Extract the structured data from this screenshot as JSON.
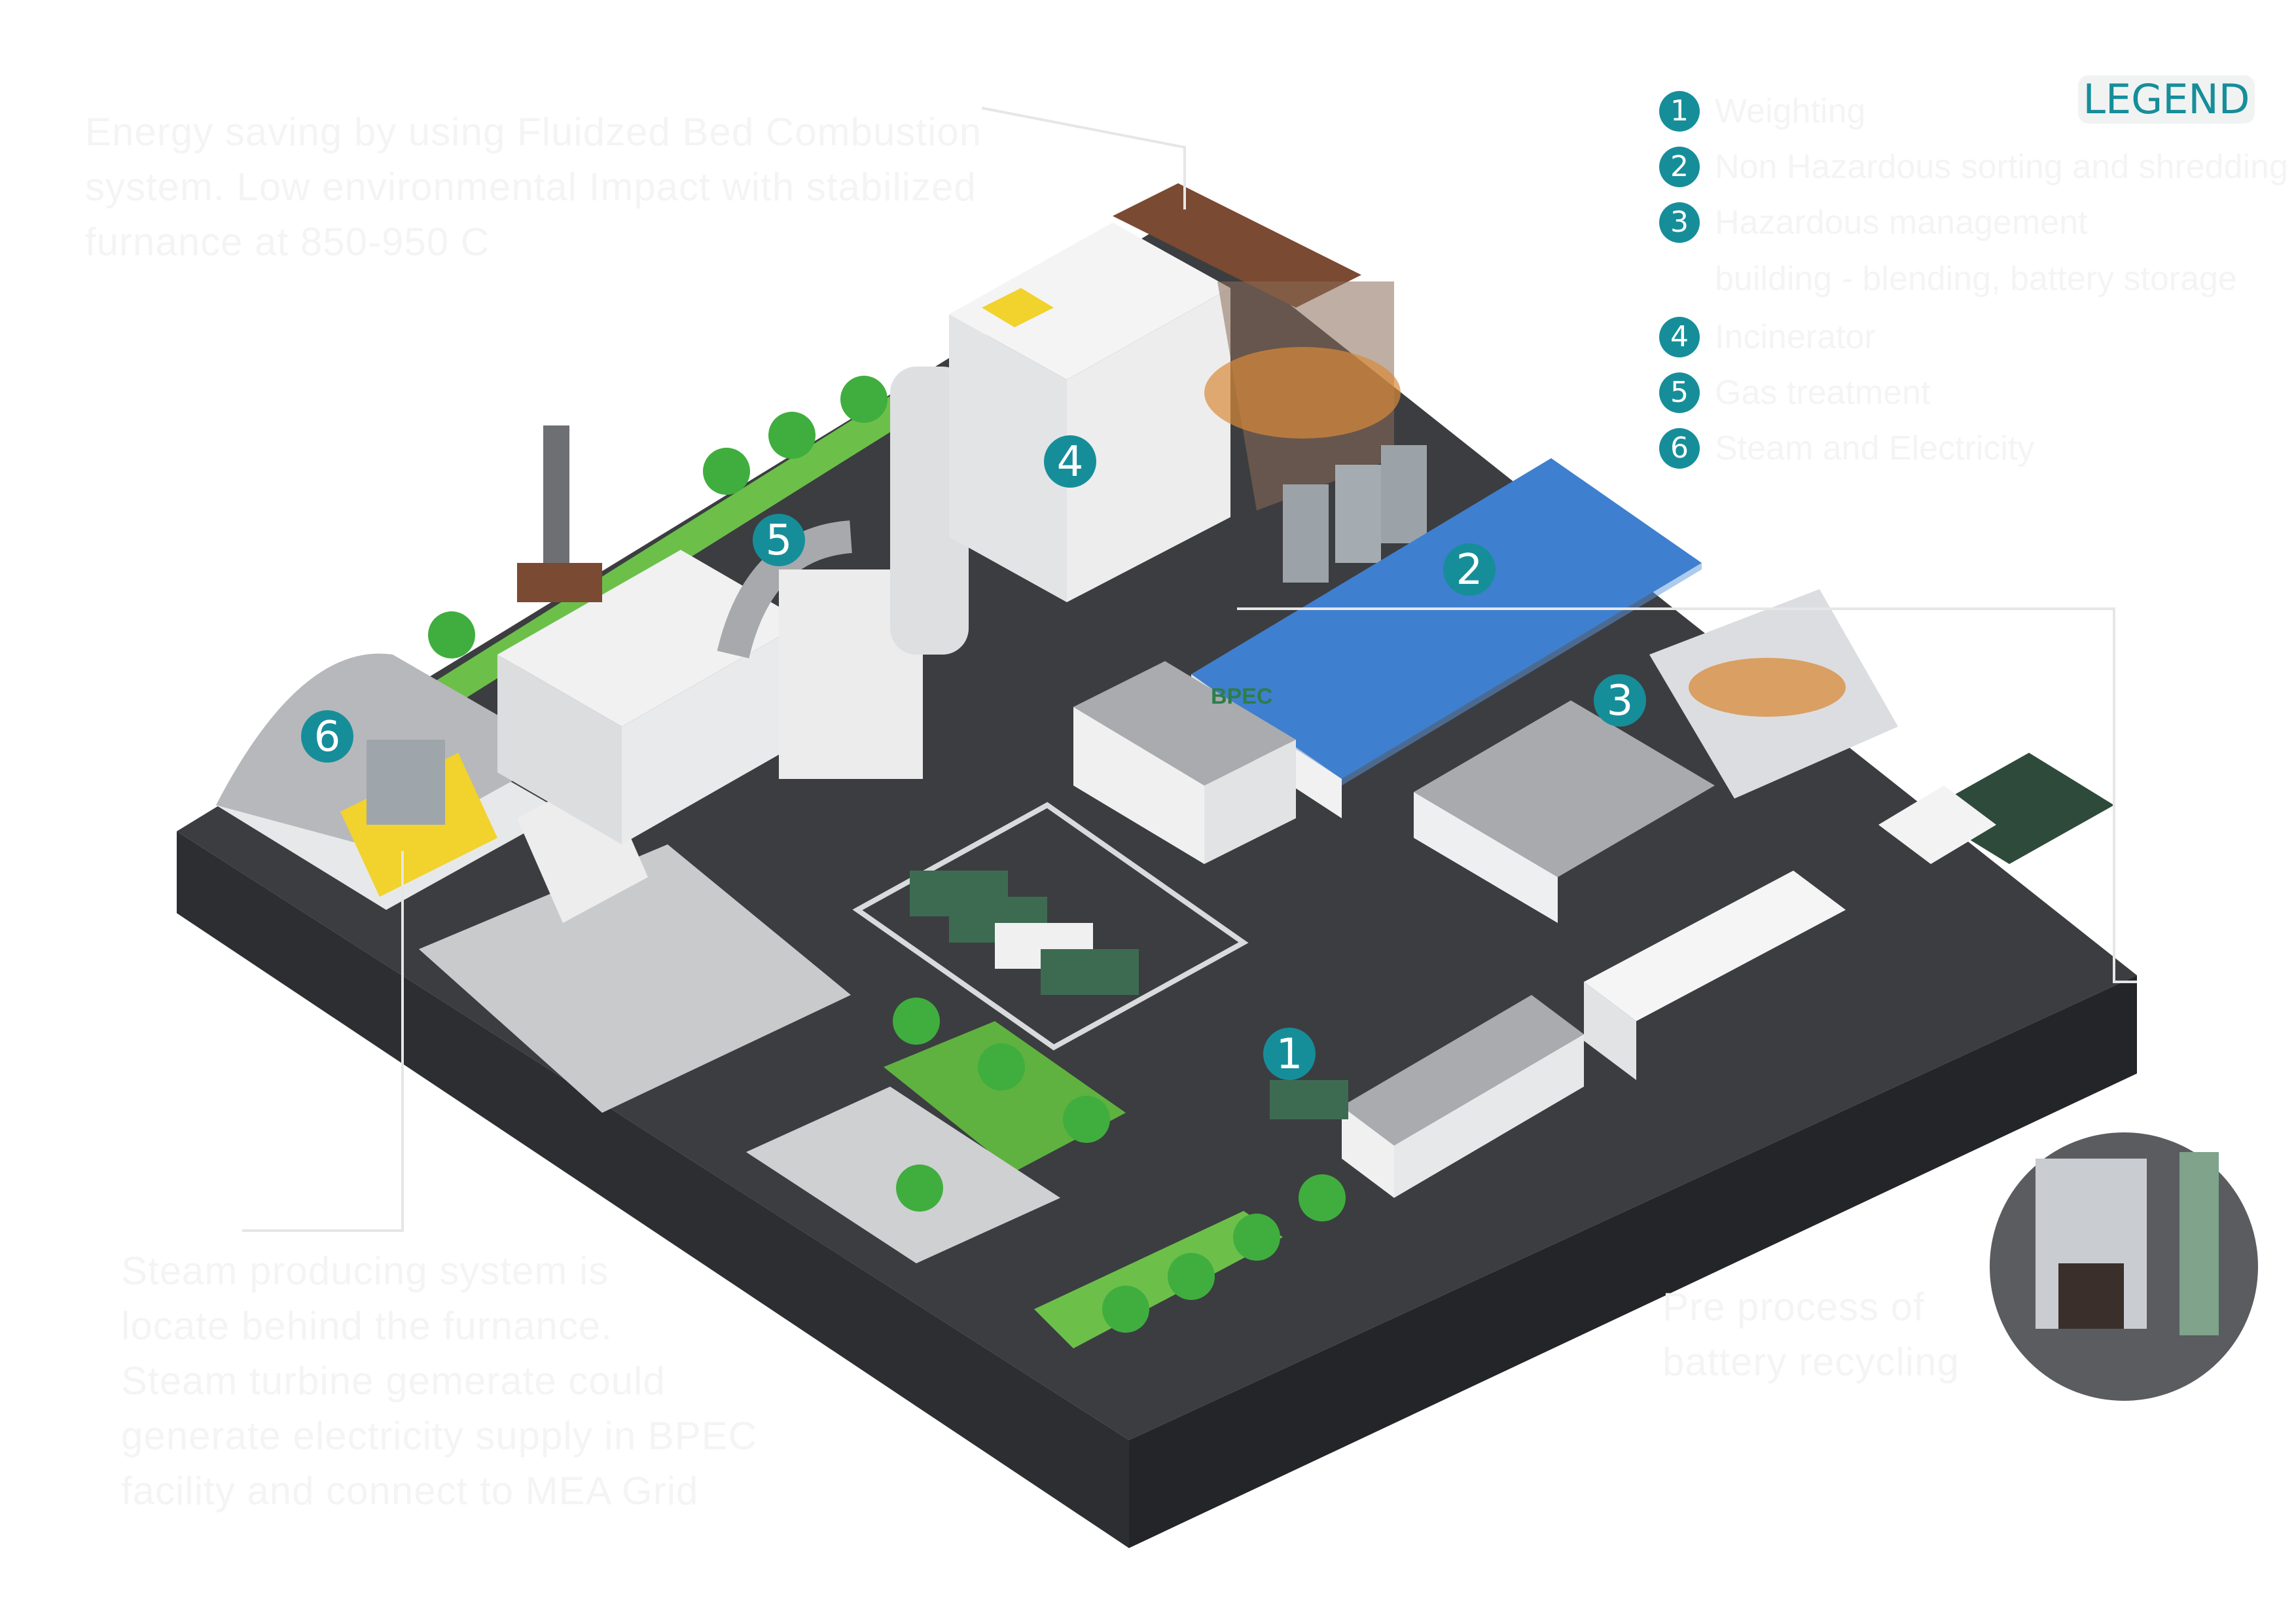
{
  "legend": {
    "title": "LEGEND",
    "items": [
      {
        "num": "1",
        "label": "Weighting"
      },
      {
        "num": "2",
        "label": "Non Hazardous sorting and shredding"
      },
      {
        "num": "3",
        "label": "Hazardous management"
      },
      {
        "num": "4",
        "label": "Incinerator"
      },
      {
        "num": "5",
        "label": "Gas treatment"
      },
      {
        "num": "6",
        "label": "Steam and Electricity"
      }
    ],
    "item3_continuation": "building - blending, battery storage"
  },
  "callouts": {
    "top_left": [
      "Energy saving by using Fluidzed Bed Combustion",
      "system. Low environmental Impact with stabilized",
      "furnance at 850-950 C"
    ],
    "bottom_left": [
      "Steam producing system is",
      "locate behind the furnance.",
      "Steam turbine gemerate could",
      "generate electricity supply in BPEC",
      "facility and connect to MEA Grid"
    ],
    "bottom_right": [
      "Pre process of",
      "battery recycling"
    ]
  },
  "badges": [
    "1",
    "2",
    "3",
    "4",
    "5",
    "6"
  ],
  "building_sign": "BPEC",
  "colors": {
    "teal": "#168e9a",
    "ground_top": "#3c3d40",
    "ground_side": "#2c2d30",
    "roof_blue": "#3f7fcf",
    "grass": "#6cc04a",
    "accent_yellow": "#f2d22c",
    "roof_brown": "#7b4a32"
  }
}
